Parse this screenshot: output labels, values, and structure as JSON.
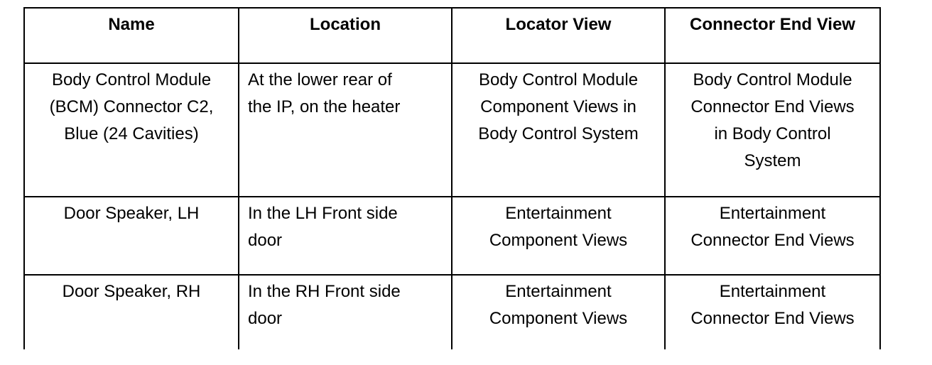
{
  "table": {
    "headers": [
      "Name",
      "Location",
      "Locator View",
      "Connector End View"
    ],
    "rows": [
      {
        "name": "Body Control Module\n(BCM) Connector C2,\nBlue (24 Cavities)",
        "location": "At the lower rear of\nthe IP, on the heater",
        "locator_view": "Body Control Module\nComponent Views in\nBody Control System",
        "connector_end_view": "Body Control Module\nConnector End Views\nin Body Control\nSystem"
      },
      {
        "name": "Door Speaker, LH",
        "location": "In the LH Front side\ndoor",
        "locator_view": "Entertainment\nComponent Views",
        "connector_end_view": "Entertainment\nConnector End Views"
      },
      {
        "name": "Door Speaker, RH",
        "location": "In the RH Front side\ndoor",
        "locator_view": "Entertainment\nComponent Views",
        "connector_end_view": "Entertainment\nConnector End Views"
      }
    ]
  }
}
